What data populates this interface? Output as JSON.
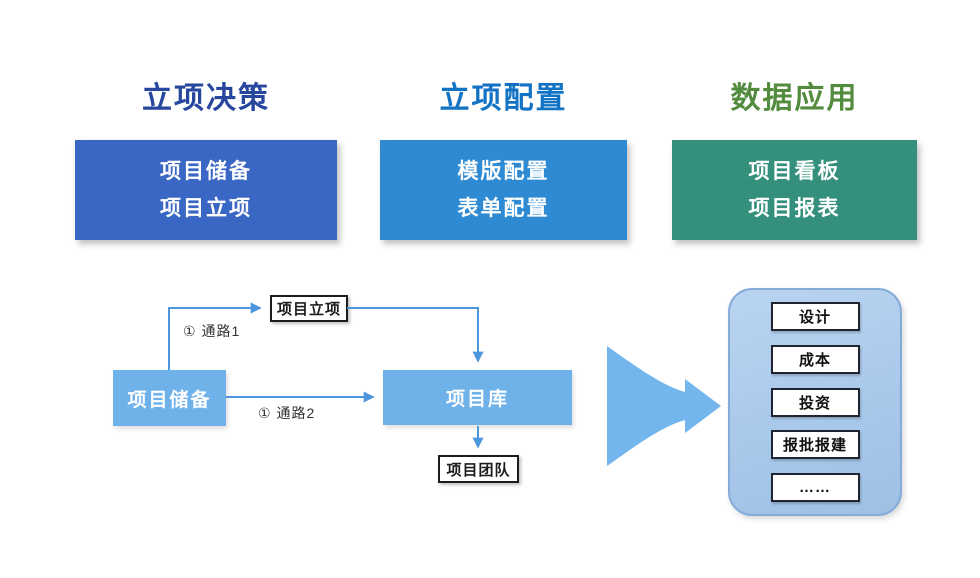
{
  "columns": [
    {
      "header": "立项决策",
      "header_color": "#27479E",
      "box_color": "#3A66C4",
      "items": [
        "项目储备",
        "项目立项"
      ]
    },
    {
      "header": "立项配置",
      "header_color": "#1272C4",
      "box_color": "#2E8BD3",
      "items": [
        "模版配置",
        "表单配置"
      ]
    },
    {
      "header": "数据应用",
      "header_color": "#548C3F",
      "box_color": "#34907C",
      "items": [
        "项目看板",
        "项目报表"
      ]
    }
  ],
  "flow": {
    "reserve": "项目储备",
    "initiation": "项目立项",
    "library": "项目库",
    "team": "项目团队",
    "path1_label": "① 通路1",
    "path2_label": "① 通路2"
  },
  "panel": {
    "items": [
      "设计",
      "成本",
      "投资",
      "报批报建",
      "……"
    ]
  },
  "colors": {
    "flow_box": "#6FB2EA",
    "arrow": "#4C96DC",
    "funnel_arrow": "#73B5ED",
    "panel_fill": "#A9C9EA",
    "panel_border": "#85ACD8"
  }
}
